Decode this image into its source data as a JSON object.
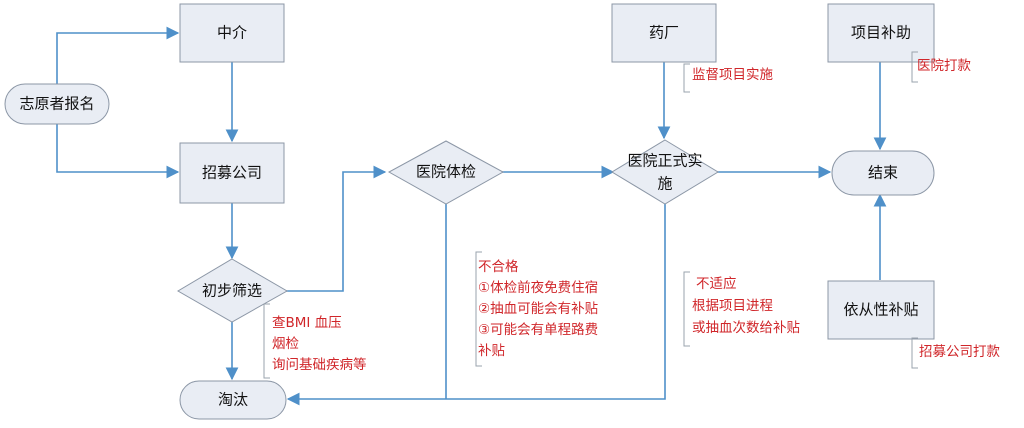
{
  "nodes": {
    "zhiyuanzhe": "志原者报名",
    "zhongjie": "中介",
    "zhaomu": "招募公司",
    "chubu": "初步筛选",
    "taotai": "淘汰",
    "tijian": "医院体检",
    "yaochang": "药厂",
    "shishi_1": "医院正式实",
    "shishi_2": "施",
    "jieshu": "结束",
    "xiangmu": "项目补助",
    "yicong": "依从性补贴"
  },
  "annotations": {
    "jiandu": "监督项目实施",
    "yiyuan_dakuan": "医院打款",
    "zhaomu_dakuan": "招募公司打款",
    "screen": [
      "查BMI 血压",
      "烟检",
      "询问基础疾病等"
    ],
    "buhege": [
      "不合格",
      "①体检前夜免费住宿",
      "②抽血可能会有补贴",
      "③可能会有单程路费",
      "补贴"
    ],
    "bushiying": [
      "不适应",
      "根据项目进程",
      "或抽血次数给补贴"
    ]
  },
  "colors": {
    "node_fill": "#e9edf4",
    "node_stroke": "#8c97a6",
    "arrow": "#4f90c9",
    "annotation": "#d0262a"
  }
}
